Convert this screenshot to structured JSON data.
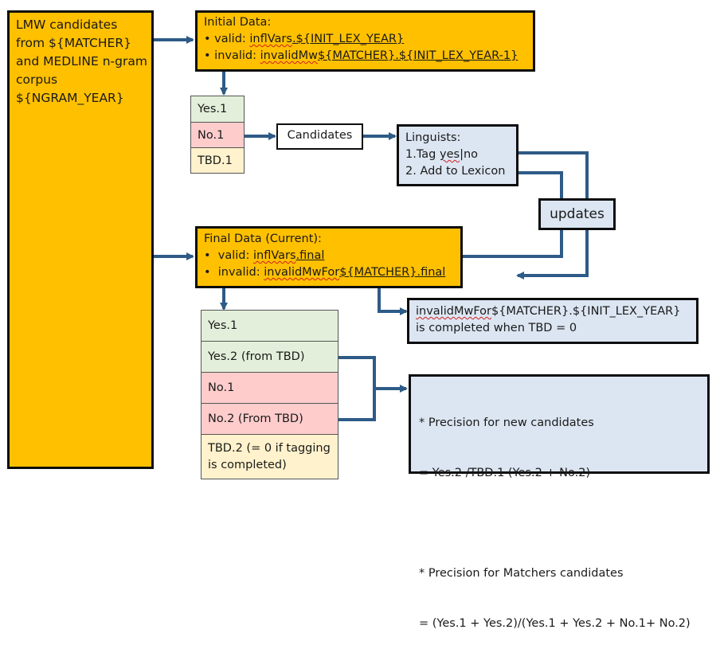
{
  "colors": {
    "gold": "#ffc000",
    "light_blue": "#dce6f2",
    "arrow": "#2e5b87",
    "yes": "#e3efda",
    "no": "#ffcccc",
    "tbd": "#fff2cc"
  },
  "source_box": {
    "lines": [
      "LMW candidates",
      "from ${MATCHER}",
      "and MEDLINE n-gram",
      "corpus",
      "${NGRAM_YEAR}"
    ]
  },
  "initial_data": {
    "title": "Initial Data:",
    "valid_label": "valid: ",
    "valid_value": "inflVars.${INIT_LEX_YEAR}",
    "valid_value_a": "inflVars",
    "valid_value_b": ".${INIT_LEX_YEAR}",
    "invalid_label": "invalid: ",
    "invalid_value_a": "invalidMw",
    "invalid_value_b": "${MATCHER}.${INIT_LEX_YEAR-1}"
  },
  "initial_stack": [
    {
      "label": "Yes.1",
      "kind": "yes"
    },
    {
      "label": "No.1",
      "kind": "no"
    },
    {
      "label": "TBD.1",
      "kind": "tbd"
    }
  ],
  "candidates_box": {
    "label": "Candidates"
  },
  "linguists_box": {
    "title": "Linguists:",
    "step1_a": "1.Tag ",
    "step1_b": "yes",
    "step1_c": "|no",
    "step2": "2. Add to Lexicon"
  },
  "updates_box": {
    "label": "updates"
  },
  "final_data": {
    "title": "Final Data (Current):",
    "valid_label": "valid: ",
    "valid_value_a": "inflVars",
    "valid_value_b": ".final",
    "invalid_label": "invalid: ",
    "invalid_value_a": "invalidMwFor",
    "invalid_value_b": "${MATCHER}.final"
  },
  "final_stack": [
    {
      "label": "Yes.1",
      "kind": "yes"
    },
    {
      "label": "Yes.2 (from TBD)",
      "kind": "yes"
    },
    {
      "label": "No.1",
      "kind": "no"
    },
    {
      "label": "No.2 (From TBD)",
      "kind": "no"
    },
    {
      "label": "TBD.2 (= 0 if tagging is completed)",
      "kind": "tbd"
    }
  ],
  "completion_note": {
    "line1_a": "invalidMwFor",
    "line1_b": "${MATCHER}.${INIT_LEX_YEAR}",
    "line2": "is completed when TBD = 0"
  },
  "precision_box": {
    "line1": "* Precision for new candidates",
    "line2": "   = Yes.2 /TBD.1 (Yes.2 + No.2)",
    "line3": "* Precision for Matchers candidates",
    "line4": "   = (Yes.1 + Yes.2)/(Yes.1 + Yes.2 + No.1+ No.2)"
  }
}
